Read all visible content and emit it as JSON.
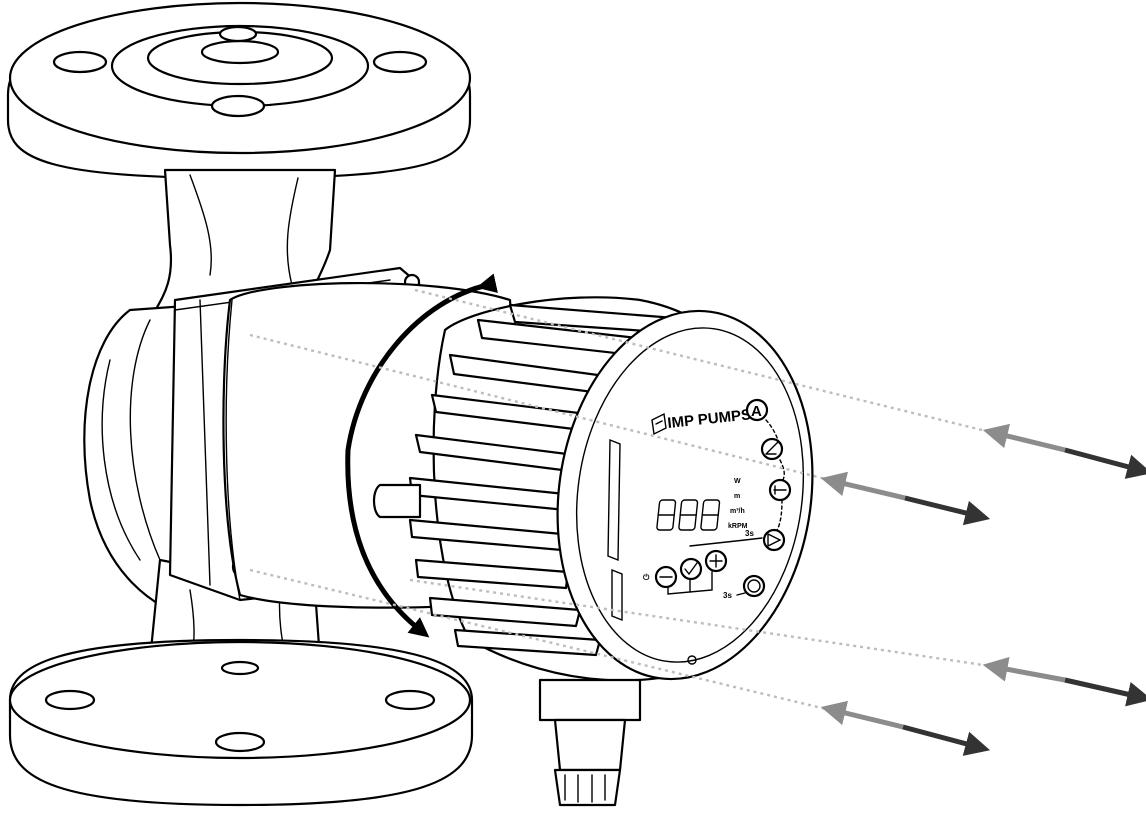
{
  "brand": {
    "logo_text": "IMP PUMPS"
  },
  "display": {
    "digits": "888",
    "units": [
      "W",
      "m",
      "m³/h",
      "kRPM"
    ]
  },
  "mode_buttons": [
    {
      "label": "A",
      "icon": "auto-mode-icon"
    },
    {
      "icon": "proportional-pressure-icon"
    },
    {
      "icon": "constant-pressure-icon"
    },
    {
      "icon": "constant-curve-icon"
    }
  ],
  "control_buttons": [
    {
      "icon": "power-icon"
    },
    {
      "icon": "minus-icon"
    },
    {
      "icon": "check-icon"
    },
    {
      "icon": "plus-icon"
    },
    {
      "icon": "round-button-icon"
    }
  ],
  "hold_labels": {
    "upper": "3s",
    "lower": "3s"
  },
  "colors": {
    "ink": "#000000",
    "dotted_line": "#bdbdbd",
    "arrow_light": "#8c8c8c",
    "arrow_dark": "#333333"
  }
}
